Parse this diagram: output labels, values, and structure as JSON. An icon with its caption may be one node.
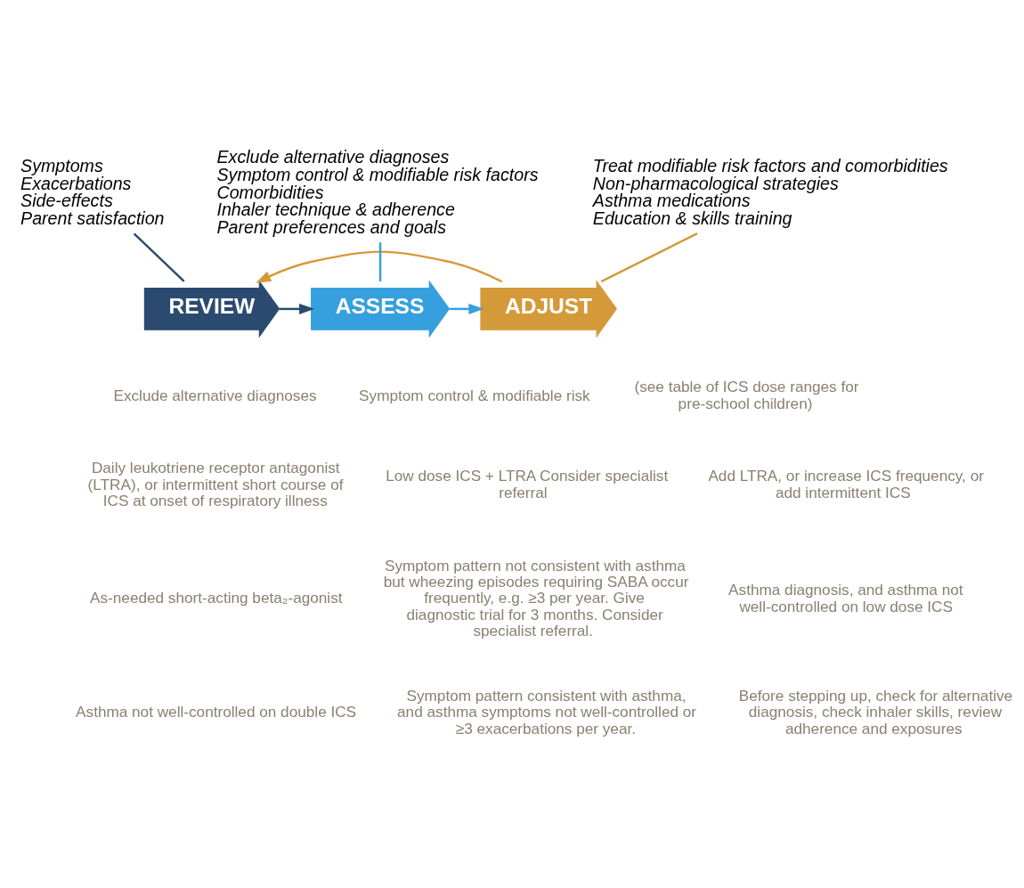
{
  "diagram": {
    "nodes": [
      {
        "text": [
          "REVIEW"
        ]
      },
      {
        "text": [
          "ASSESS"
        ]
      },
      {
        "text": [
          "ADJUST"
        ]
      },
      {
        "text": [
          "Symptoms",
          "Exacerbations",
          "Side-effects",
          "Parent satisfaction"
        ]
      },
      {
        "text": [
          "Exclude alternative diagnoses",
          "Symptom control & modifiable risk factors",
          "Comorbidities",
          "Inhaler technique & adherence",
          "Parent preferences and goals"
        ]
      },
      {
        "text": [
          "Treat modifiable risk factors and comorbidities",
          "Non-pharmacological strategies",
          "Asthma medications",
          "Education & skills training"
        ]
      }
    ],
    "edges": [
      {
        "from": 0,
        "to": 1,
        "arrow": "to",
        "color": "#2b4a6f"
      },
      {
        "from": 1,
        "to": 2,
        "arrow": "to",
        "color": "#36a0de"
      },
      {
        "from": 2,
        "to": 0,
        "arrow": "to",
        "color": "#d49a3a"
      },
      {
        "from": 3,
        "to": 0,
        "arrow": "none",
        "color": "#2b4a6f"
      },
      {
        "from": 4,
        "to": 1,
        "arrow": "none",
        "color": "#36a0de"
      },
      {
        "from": 5,
        "to": 2,
        "arrow": "none",
        "color": "#d49a3a"
      }
    ],
    "labels": [
      "Exclude alternative diagnoses",
      "Symptom control & modifiable risk",
      "(see table of ICS dose ranges for pre-school children)",
      "Daily leukotriene receptor antagonist (LTRA), or intermittent short course of ICS at onset of respiratory illness",
      "Low dose ICS + LTRA Consider specialist referral",
      "Add LTRA, or increase ICS frequency, or add intermittent ICS",
      "As-needed short-acting beta₂-agonist",
      "Symptom pattern not consistent with asthma but wheezing episodes requiring SABA occur frequently, e.g. ≥3 per year. Give diagnostic trial for 3 months. Consider specialist referral.",
      "Asthma diagnosis, and asthma not well-controlled on low dose ICS",
      "Asthma not well-controlled on double ICS",
      "Symptom pattern consistent with asthma, and asthma symptoms not well-controlled or ≥3 exacerbations per year.",
      "Before stepping up, check for alternative diagnosis, check inhaler skills, review adherence and exposures"
    ]
  }
}
